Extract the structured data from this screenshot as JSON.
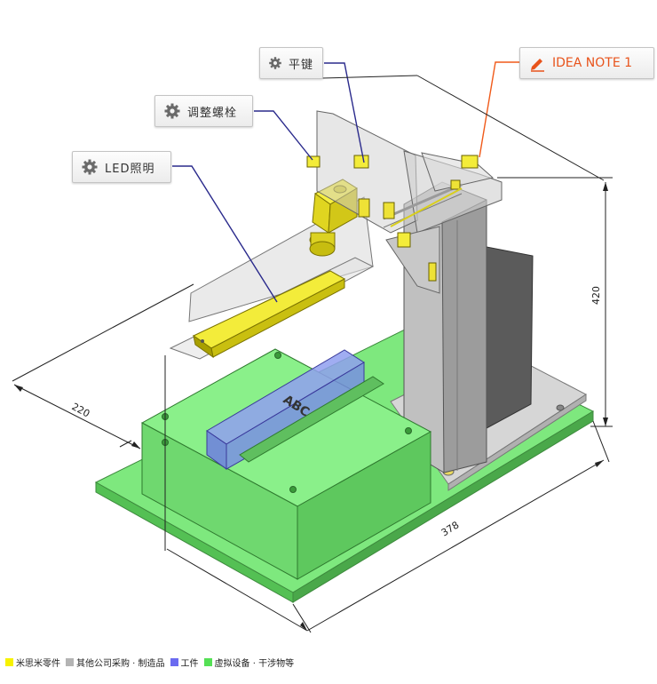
{
  "callouts": {
    "flat_key": "平键",
    "adjust_bolt": "调整螺栓",
    "led_light": "LED照明",
    "idea_note": "IDEA NOTE 1"
  },
  "dimensions": {
    "d220": "220",
    "d420": "420",
    "d378": "378"
  },
  "workpiece_text": "ABC",
  "legend": [
    {
      "label": "米思米零件",
      "color": "#f7f200"
    },
    {
      "label": "其他公司采购 · 制造品",
      "color": "#b4b4b4"
    },
    {
      "label": "工件",
      "color": "#6b6bf0"
    },
    {
      "label": "虚拟设备 · 干涉物等",
      "color": "#55e055"
    }
  ],
  "colors": {
    "leader_line": "#2a2a8c",
    "idea_line": "#f05a1a",
    "base_green": "#7ee87e",
    "column_gray": "#a9a9a9"
  }
}
